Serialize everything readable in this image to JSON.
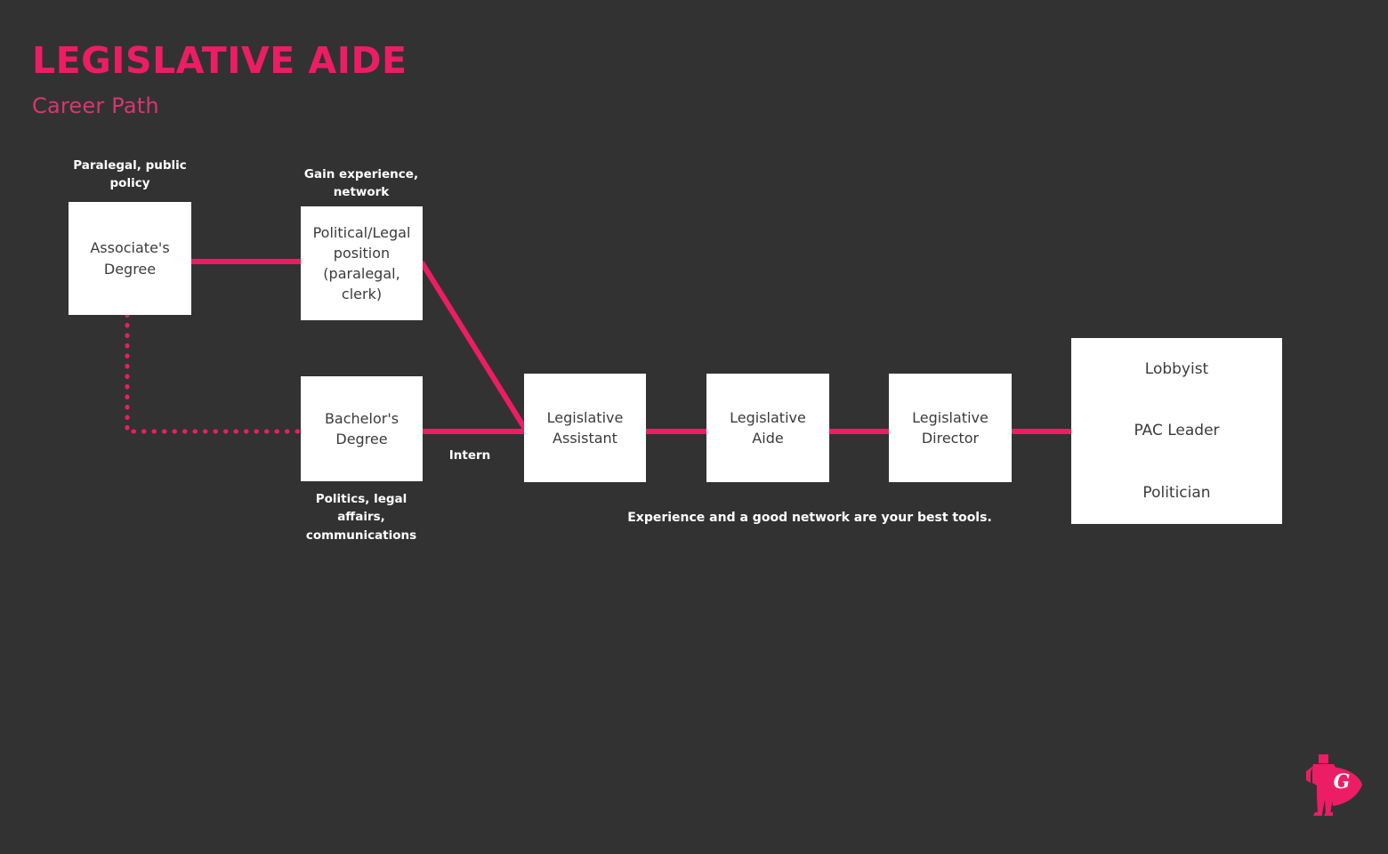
{
  "header": {
    "title": "LEGISLATIVE AIDE",
    "subtitle": "Career Path"
  },
  "colors": {
    "background": "#333233",
    "accent_pink": "#ec1d64",
    "subtitle_pink": "#d6376f",
    "node_fill": "#ffffff",
    "node_text": "#3b3b3b",
    "annotation_text": "#ffffff"
  },
  "nodes": {
    "associates_degree": "Associate's\nDegree",
    "political_legal": "Political/Legal\nposition\n(paralegal,\nclerk)",
    "bachelors_degree": "Bachelor's\nDegree",
    "legislative_assistant": "Legislative\nAssistant",
    "legislative_aide": "Legislative\nAide",
    "legislative_director": "Legislative\nDirector",
    "outcomes": [
      "Lobbyist",
      "PAC Leader",
      "Politician"
    ]
  },
  "annotations": {
    "associates_top": "Paralegal, public\npolicy",
    "political_top": "Gain experience,\nnetwork",
    "bachelors_bottom": "Politics, legal\naffairs,\ncommunications",
    "intern": "Intern",
    "footer_tip": "Experience and a good network are your best tools."
  },
  "logo": {
    "name": "superhero-g-logo",
    "letter": "G"
  }
}
